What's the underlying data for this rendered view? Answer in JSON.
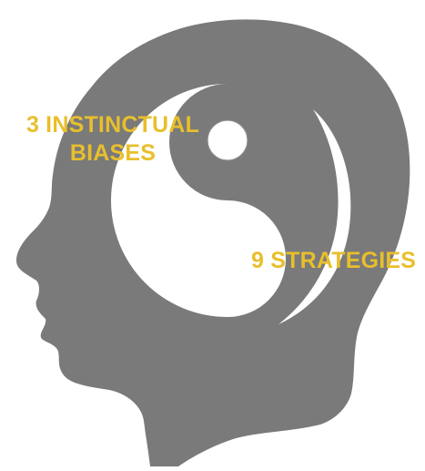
{
  "diagram": {
    "subject": "head-silhouette-with-yin-yang",
    "labels": {
      "biases_line1": "3 INSTINCTUAL",
      "biases_line2": "BIASES",
      "strategies": "9 STRATEGIES"
    },
    "colors": {
      "head": "#7a7a7a",
      "yin_yang_light": "#ffffff",
      "yin_yang_dark": "#7a7a7a",
      "label_text": "#e8bf2c",
      "dot_outline": "#8a8a8a",
      "background": "#ffffff"
    }
  }
}
